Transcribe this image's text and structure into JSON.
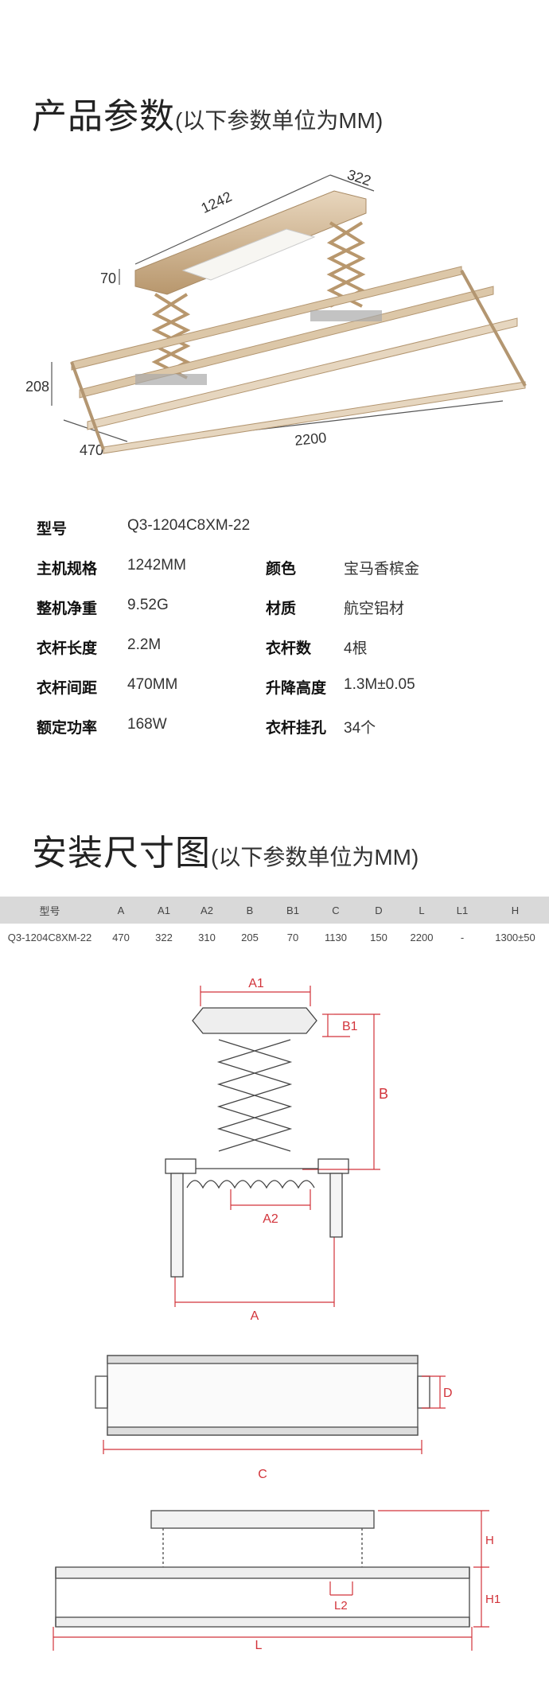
{
  "section1": {
    "title": "产品参数",
    "subtitle": "(以下参数单位为MM)"
  },
  "product_dims": {
    "length": "1242",
    "width": "322",
    "height": "70",
    "depth": "208",
    "rail_width": "470",
    "rail_length": "2200"
  },
  "specs": {
    "model": {
      "label": "型号",
      "value": "Q3-1204C8XM-22"
    },
    "left": [
      {
        "label": "主机规格",
        "value": "1242MM"
      },
      {
        "label": "整机净重",
        "value": "9.52G"
      },
      {
        "label": "衣杆长度",
        "value": "2.2M"
      },
      {
        "label": "衣杆间距",
        "value": "470MM"
      },
      {
        "label": "额定功率",
        "value": "168W"
      }
    ],
    "right": [
      {
        "label": "颜色",
        "value": "宝马香槟金"
      },
      {
        "label": "材质",
        "value": "航空铝材"
      },
      {
        "label": "衣杆数",
        "value": "4根"
      },
      {
        "label": "升降高度",
        "value": "1.3M±0.05"
      },
      {
        "label": "衣杆挂孔",
        "value": "34个"
      }
    ]
  },
  "section2": {
    "title": "安装尺寸图",
    "subtitle": "(以下参数单位为MM)"
  },
  "size_table": {
    "headers": [
      "型号",
      "A",
      "A1",
      "A2",
      "B",
      "B1",
      "C",
      "D",
      "L",
      "L1",
      "H"
    ],
    "row": [
      "Q3-1204C8XM-22",
      "470",
      "322",
      "310",
      "205",
      "70",
      "1130",
      "150",
      "2200",
      "-",
      "1300±50"
    ]
  },
  "diagram_labels": {
    "a1": "A1",
    "b1": "B1",
    "b": "B",
    "a2": "A2",
    "a": "A",
    "d": "D",
    "c": "C",
    "h": "H",
    "h1": "H1",
    "l2": "L2",
    "l": "L"
  },
  "colors": {
    "accent_red": "#d2333a",
    "gold": "#c9ad8a",
    "table_header_bg": "#d9d9d9"
  }
}
